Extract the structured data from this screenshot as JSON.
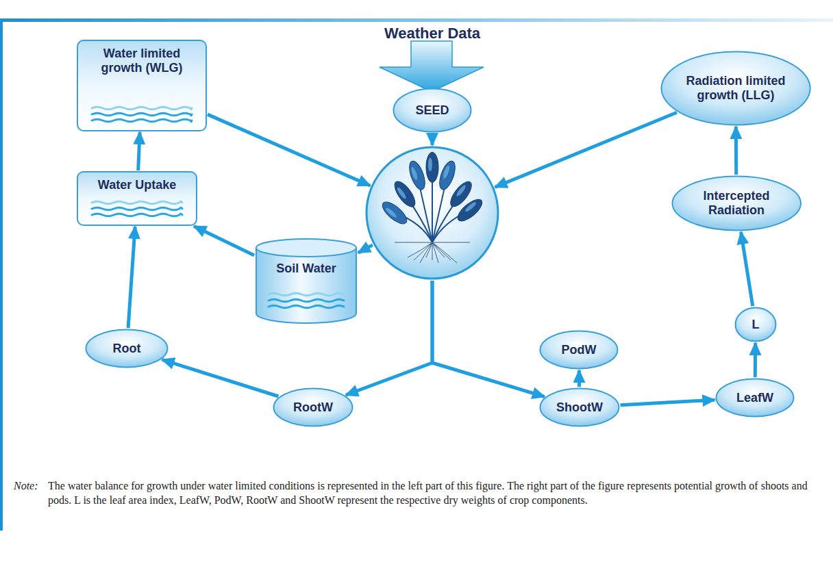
{
  "diagram": {
    "nodes": [
      {
        "text": [
          "Water limited growth (WLG)"
        ]
      },
      {
        "text": [
          "SEED"
        ]
      },
      {
        "text": [
          "Radiation limited growth (LLG)"
        ]
      },
      {
        "text": []
      },
      {
        "text": [
          "Water Uptake"
        ]
      },
      {
        "text": [
          "Intercepted Radiation"
        ]
      },
      {
        "text": [
          "Soil Water"
        ]
      },
      {
        "text": [
          "Root"
        ]
      },
      {
        "text": [
          "PodW"
        ]
      },
      {
        "text": [
          "L"
        ]
      },
      {
        "text": [
          "RootW"
        ]
      },
      {
        "text": [
          "ShootW"
        ]
      },
      {
        "text": [
          "LeafW"
        ]
      }
    ],
    "edges": [
      {
        "from": 0,
        "to": 3,
        "arrow": "to"
      },
      {
        "from": 1,
        "to": 3,
        "arrow": "to"
      },
      {
        "from": 2,
        "to": 3,
        "arrow": "to"
      },
      {
        "from": 3,
        "to": 6,
        "arrow": "to"
      },
      {
        "from": 6,
        "to": 4,
        "arrow": "to"
      },
      {
        "from": 4,
        "to": 0,
        "arrow": "to"
      },
      {
        "from": 7,
        "to": 4,
        "arrow": "to"
      },
      {
        "from": 10,
        "to": 7,
        "arrow": "to"
      },
      {
        "from": 3,
        "to": 10,
        "arrow": "to"
      },
      {
        "from": 3,
        "to": 11,
        "arrow": "to"
      },
      {
        "from": 11,
        "to": 8,
        "arrow": "to"
      },
      {
        "from": 11,
        "to": 12,
        "arrow": "to"
      },
      {
        "from": 12,
        "to": 9,
        "arrow": "to"
      },
      {
        "from": 9,
        "to": 5,
        "arrow": "to"
      },
      {
        "from": 5,
        "to": 2,
        "arrow": "to"
      }
    ],
    "labels": [
      "Weather Data",
      "Note:",
      "The water balance for growth under water limited conditions is represented in the left part of this figure. The right part of the figure represents potential growth of shoots and pods. L is the leaf area index, LeafW, PodW, RootW and ShootW represent the respective dry weights of crop components."
    ]
  }
}
